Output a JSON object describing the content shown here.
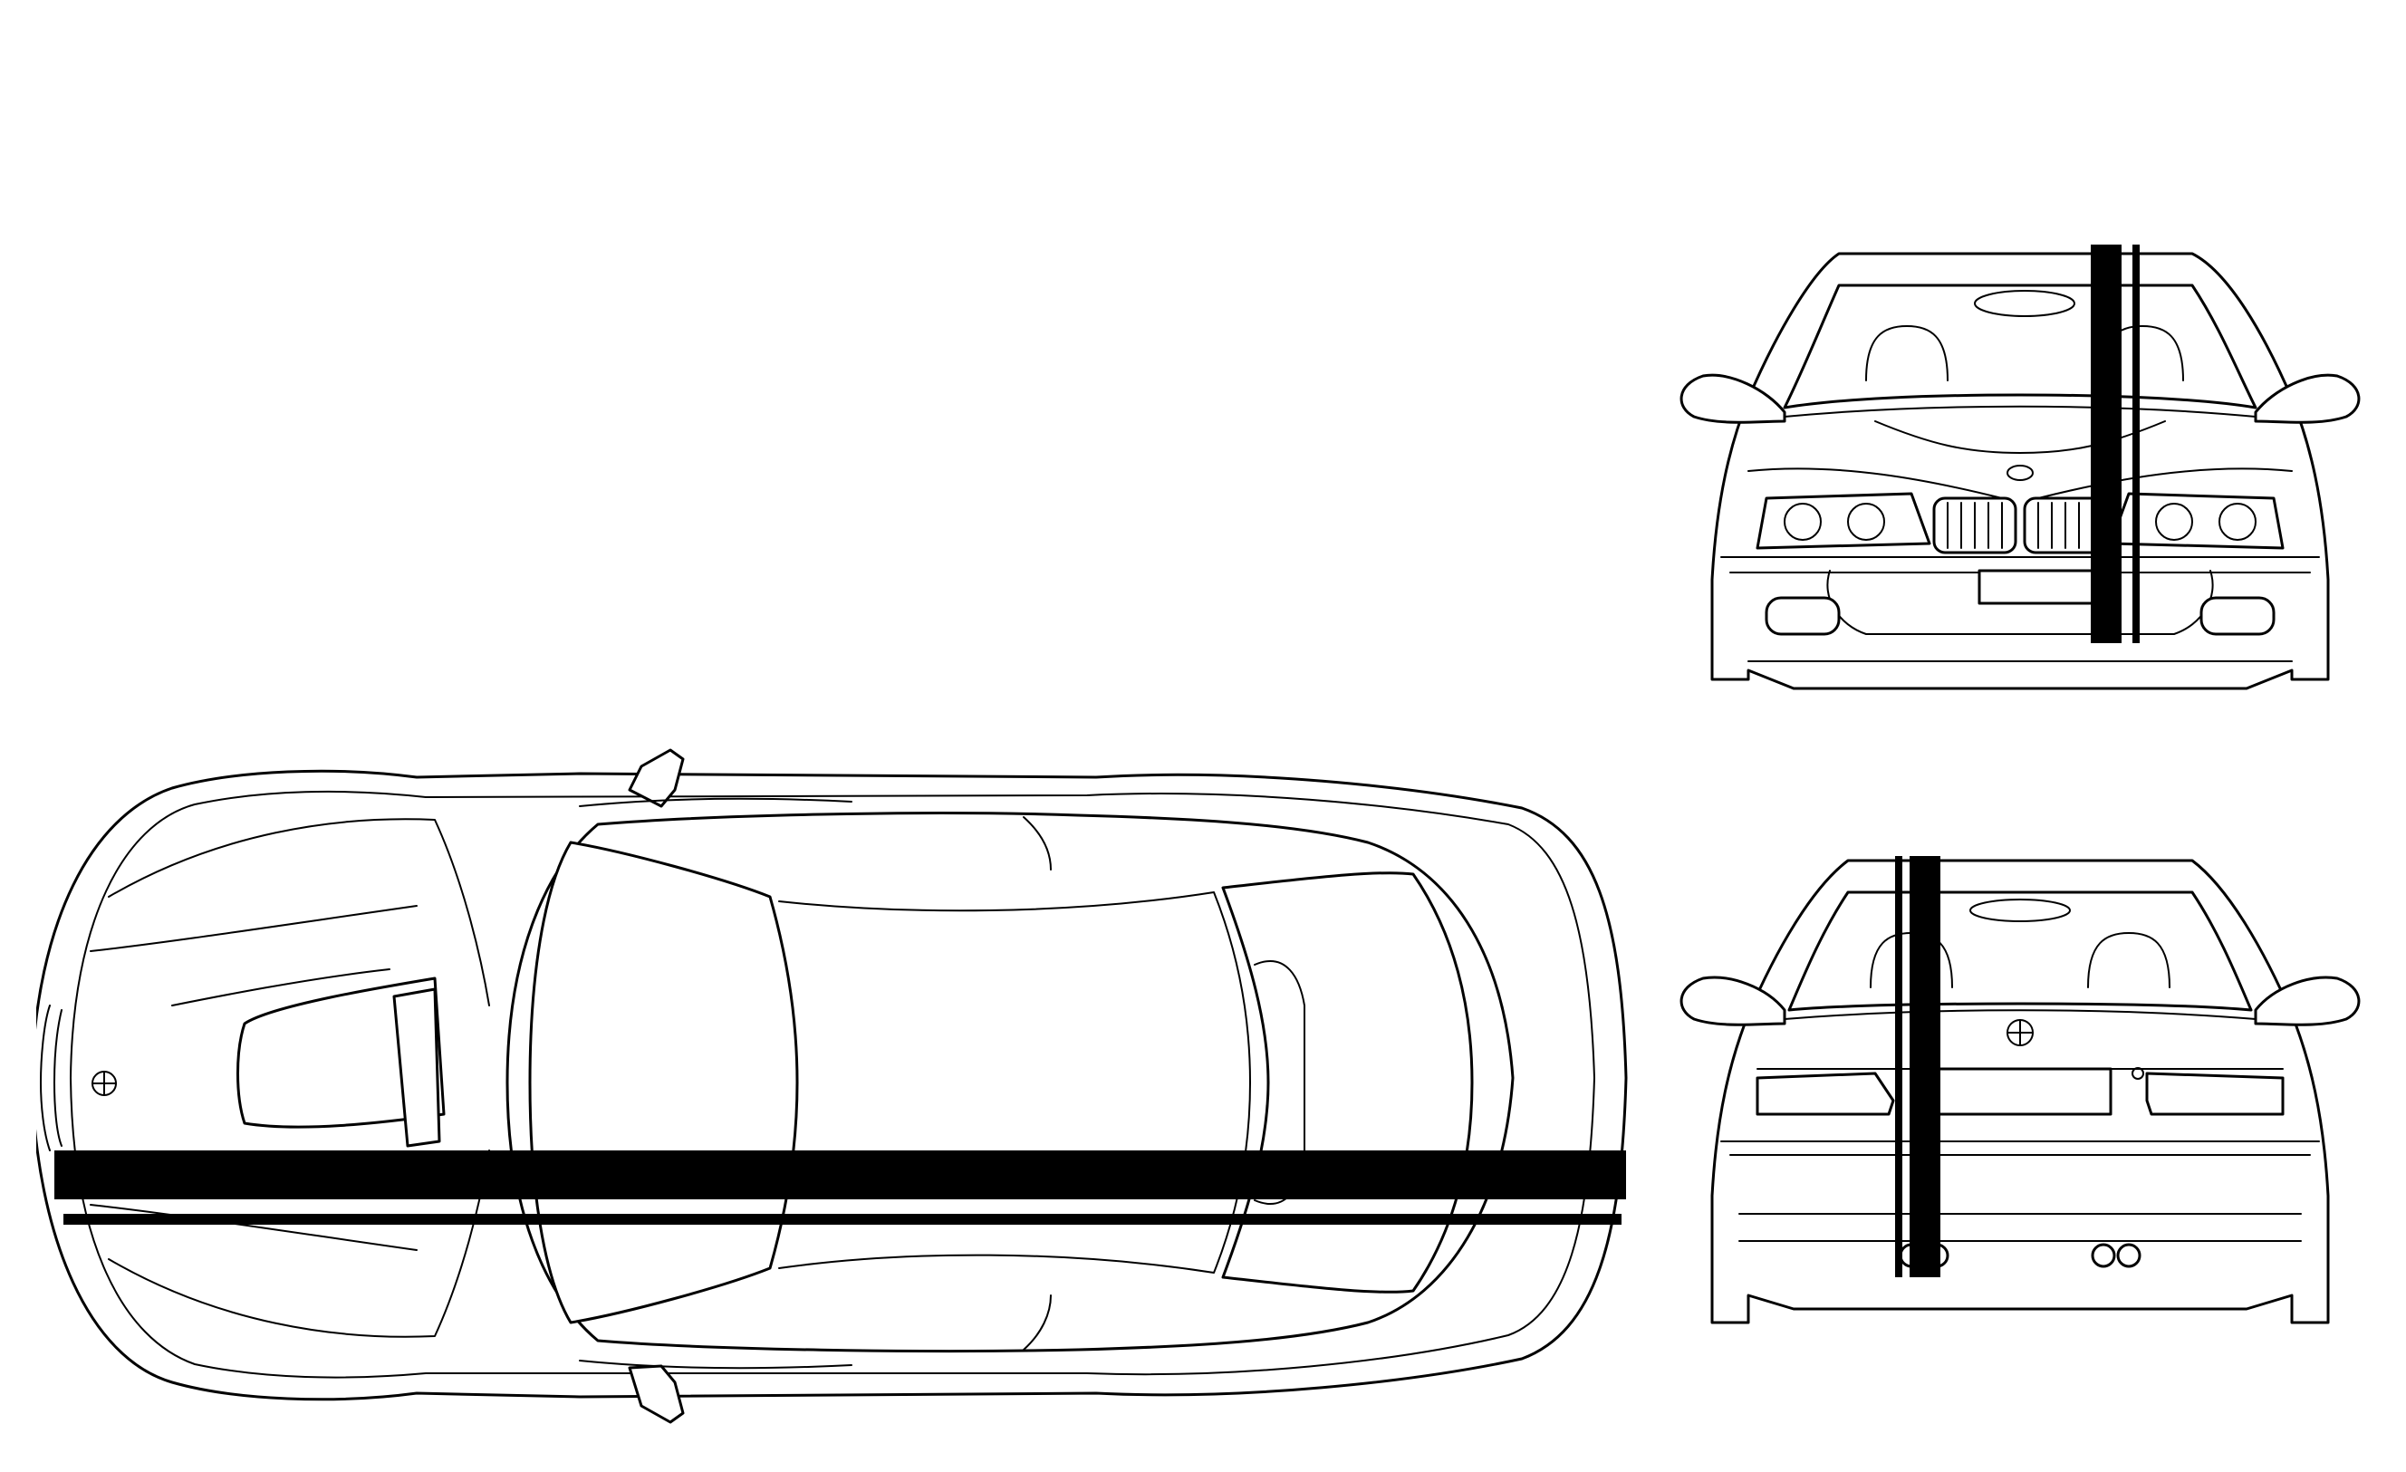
{
  "colors": {
    "background": "#ffffff",
    "line": "#000000",
    "stripe": "#000000"
  },
  "views": [
    {
      "id": "top-view",
      "kind": "top"
    },
    {
      "id": "front-view",
      "kind": "front"
    },
    {
      "id": "rear-view",
      "kind": "rear"
    }
  ]
}
